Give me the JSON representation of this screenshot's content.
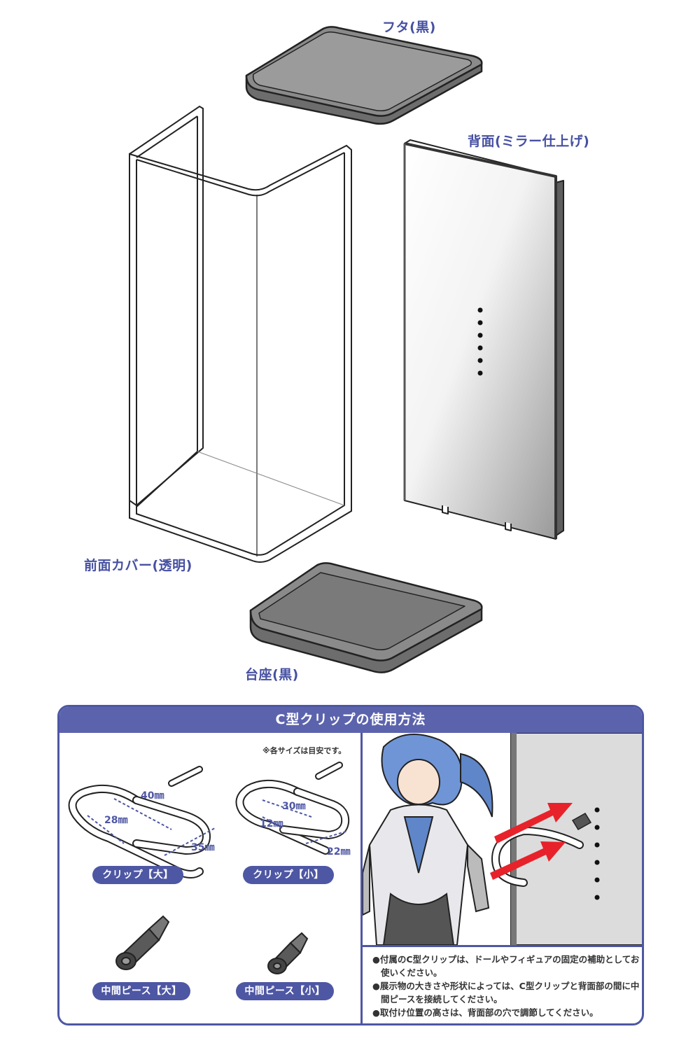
{
  "labels": {
    "lid": "フタ(黒)",
    "back": "背面(ミラー仕上げ)",
    "front": "前面カバー(透明)",
    "base": "台座(黒)"
  },
  "panel": {
    "title": "C型クリップの使用方法",
    "size_note": "※各サイズは目安です。",
    "clip_large": {
      "label": "クリップ【大】",
      "dim_a": "40㎜",
      "dim_b": "28㎜",
      "dim_c": "35㎜"
    },
    "clip_small": {
      "label": "クリップ【小】",
      "dim_a": "30㎜",
      "dim_b": "12㎜",
      "dim_c": "22㎜"
    },
    "piece_large": {
      "label": "中間ピース【大】"
    },
    "piece_small": {
      "label": "中間ピース【小】"
    },
    "notes": [
      "●付属のC型クリップは、ドールやフィギュアの固定の補助としてお使いください。",
      "●展示物の大きさや形状によっては、C型クリップと背面部の間に中間ピースを接続してください。",
      "●取付け位置の高さは、背面部の穴で調節してください。"
    ]
  },
  "colors": {
    "accent": "#4e57a3",
    "dark_part": "#8a8a8a",
    "arrow": "#e8222a"
  }
}
